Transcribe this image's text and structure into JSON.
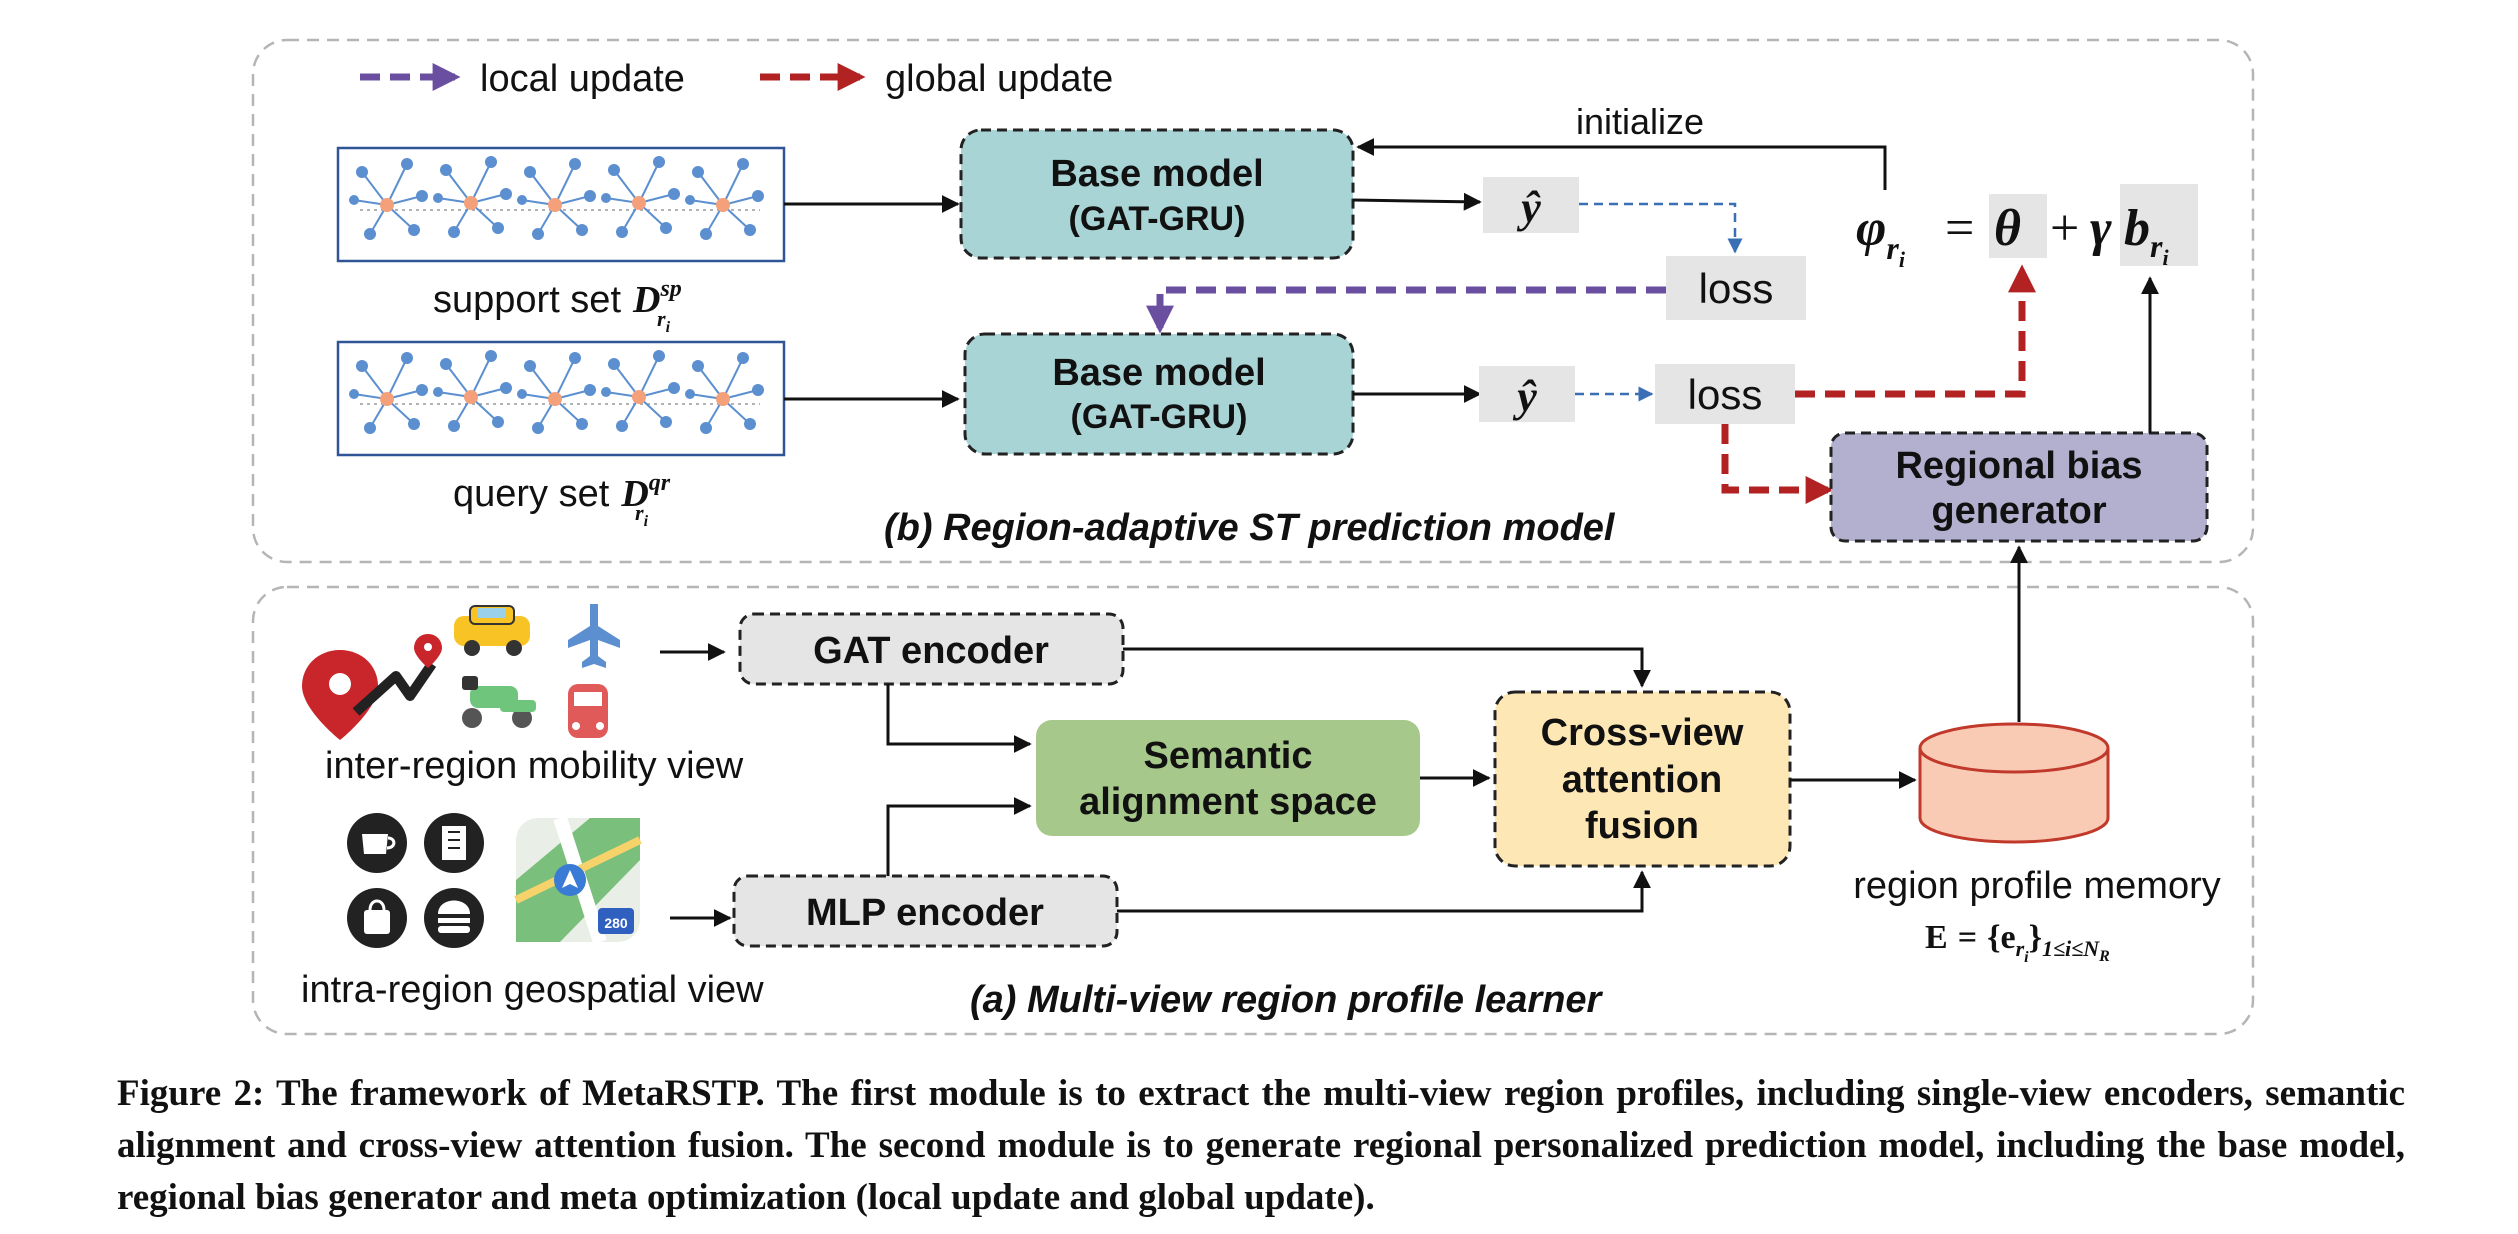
{
  "legend": {
    "local": "local update",
    "global": "global update"
  },
  "top_panel": {
    "title": "(b) Region-adaptive ST prediction model",
    "support_label": "support set",
    "support_symbol_base": "D",
    "support_symbol_sup": "sp",
    "support_symbol_sub": "r",
    "support_symbol_subsub": "i",
    "query_label": "query set",
    "query_symbol_base": "D",
    "query_symbol_sup": "qr",
    "query_symbol_sub": "r",
    "query_symbol_subsub": "i",
    "base_model_1": "Base model",
    "base_model_1_sub": "(GAT-GRU)",
    "base_model_2": "Base model",
    "base_model_2_sub": "(GAT-GRU)",
    "yhat": "ŷ",
    "loss": "loss",
    "initialize": "initialize",
    "formula": {
      "phi": "φ",
      "phi_sub": "r",
      "phi_subsub": "i",
      "eq": "=",
      "theta": "θ",
      "plus": "+",
      "gamma": "γ",
      "b": "b",
      "b_sub": "r",
      "b_subsub": "i"
    },
    "regional_bias_line1": "Regional bias",
    "regional_bias_line2": "generator"
  },
  "bottom_panel": {
    "title": "(a) Multi-view region profile learner",
    "gat_encoder": "GAT encoder",
    "mlp_encoder": "MLP encoder",
    "semantic_line1": "Semantic",
    "semantic_line2": "alignment space",
    "cross_line1": "Cross-view",
    "cross_line2": "attention",
    "cross_line3": "fusion",
    "mobility_view": "inter-region mobility view",
    "geo_view": "intra-region geospatial view",
    "memory_label": "region profile memory",
    "memory_formula": {
      "E": "E",
      "eq": "=",
      "open": "{",
      "e": "e",
      "e_sub": "r",
      "e_subsub": "i",
      "close": "}",
      "range": "1≤i≤N",
      "range_sub": "R"
    },
    "map_badge": "280"
  },
  "caption": "Figure 2: The framework of MetaRSTP. The first module is to extract the multi-view region profiles, including single-view encoders, semantic alignment and cross-view attention fusion. The second module is to generate regional personalized prediction model, including the base model, regional bias generator and meta optimization (local update and global update).",
  "colors": {
    "local_update": "#6a4fa0",
    "global_update": "#b22222",
    "base_model_fill": "#a8d4d6",
    "regional_bias_fill": "#b3b0cf",
    "semantic_fill": "#a7c88b",
    "cross_view_fill": "#fde8b5",
    "memory_fill": "#f9cbb5",
    "gray_box_fill": "#e5e5e5"
  }
}
